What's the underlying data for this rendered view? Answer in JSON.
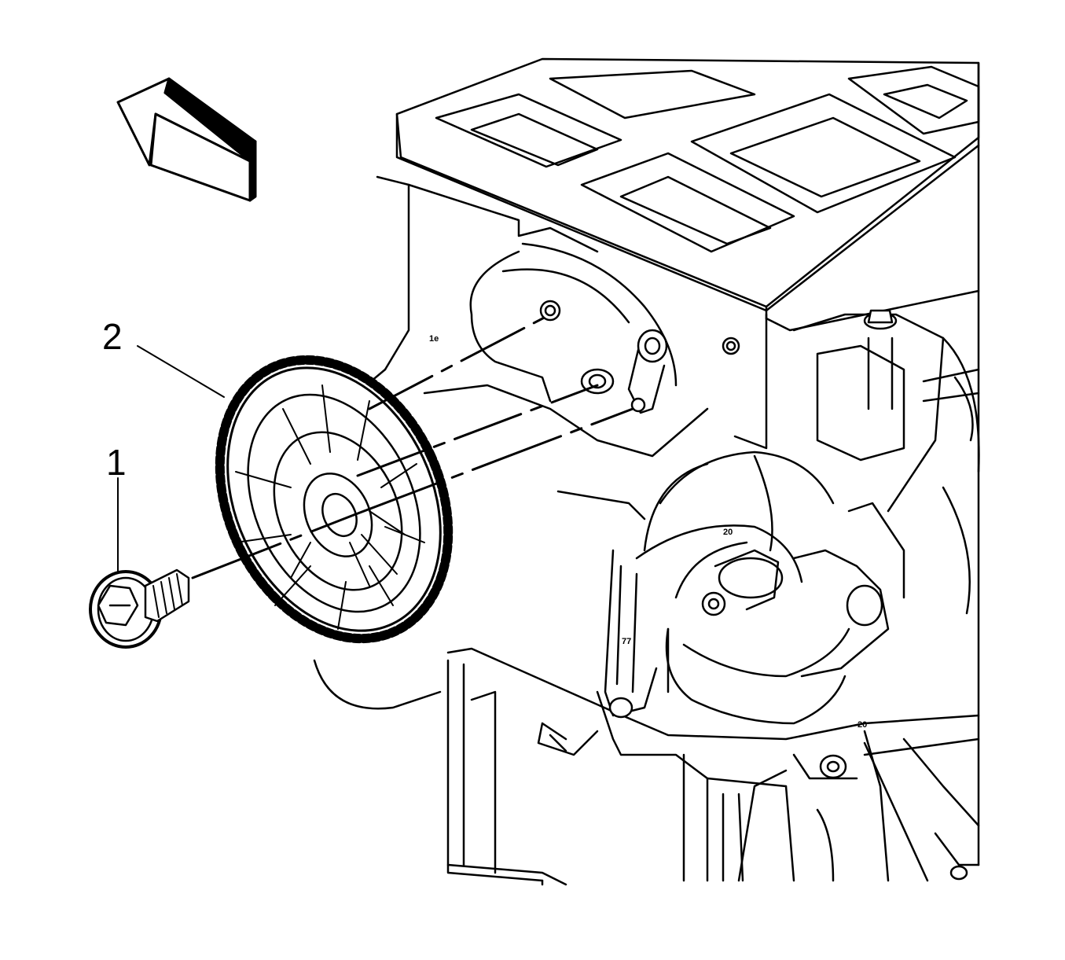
{
  "callouts": {
    "one": "1",
    "two": "2"
  },
  "part_tags": {
    "a": "1e",
    "b": "20",
    "c": "77",
    "d": "20"
  },
  "colors": {
    "line": "#000000",
    "background": "#ffffff"
  },
  "icons": {
    "direction_arrow": "forward-direction-arrow-icon"
  }
}
